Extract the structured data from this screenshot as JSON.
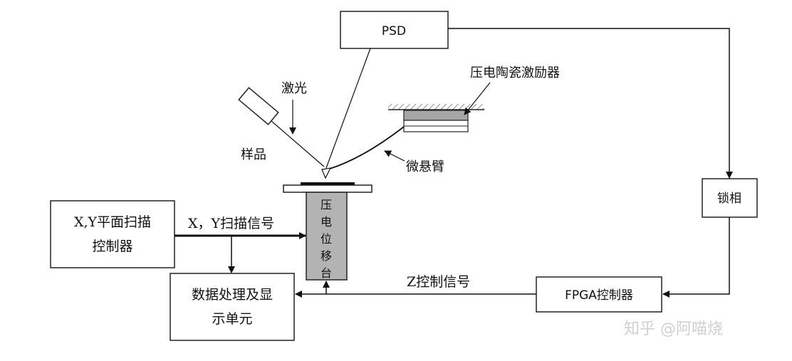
{
  "labels": {
    "psd": "PSD",
    "piezo_exciter": "压电陶瓷激励器",
    "laser": "激光",
    "sample": "样品",
    "cantilever": "微悬臂",
    "lockin": "锁相",
    "xy_controller_line1": "X,Y平面扫描",
    "xy_controller_line2": "控制器",
    "xy_signal": "X，Y扫描信号",
    "stage_chars": [
      "压",
      "电",
      "位",
      "移",
      "台"
    ],
    "data_unit_line1": "数据处理及显",
    "data_unit_line2": "示单元",
    "z_signal": "Z控制信号",
    "fpga": "FPGA控制器"
  },
  "watermark": "知乎 @阿喵烧"
}
